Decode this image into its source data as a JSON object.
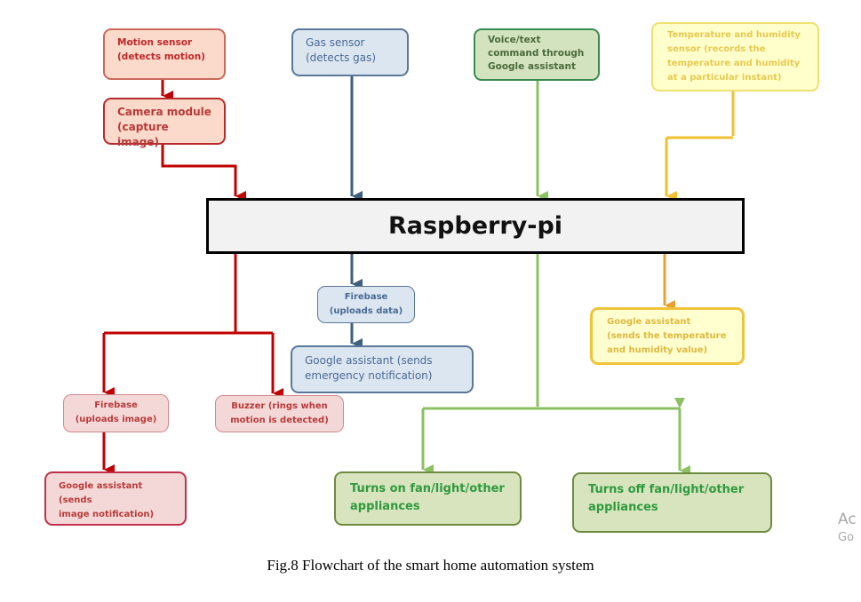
{
  "title": "Raspberry-pi",
  "caption": "Fig.8 Flowchart of the smart home automation system",
  "nodes": {
    "motion_sensor": "Motion sensor\n(detects motion)",
    "camera_module": "Camera module\n(capture image)",
    "gas_sensor": "Gas   sensor\n(detects gas)",
    "voice_command": "Voice/text\ncommand through\nGoogle   assistant",
    "temp_sensor": "Temperature and humidity\nsensor (records the\ntemperature and humidity\nat a particular instant)",
    "firebase_data": "Firebase\n(uploads data)",
    "google_emergency": "Google assistant (sends\nemergency notification)",
    "google_temp": "Google assistant\n(sends the temperature\nand humidity value)",
    "firebase_image": "Firebase\n(uploads image)",
    "buzzer": "Buzzer (rings when\nmotion is detected)",
    "google_image": "Google assistant (sends\nimage notification)",
    "turns_on": "Turns on fan/light/other\nappliances",
    "turns_off": "Turns off fan/light/other\nappliances"
  },
  "watermark": {
    "line1": "Ac",
    "line2": "Go"
  },
  "colors": {
    "red": "#c00000",
    "blue": "#3f5f80",
    "green": "#8cc063",
    "yellow": "#f0c030",
    "orange": "#e8a030"
  }
}
